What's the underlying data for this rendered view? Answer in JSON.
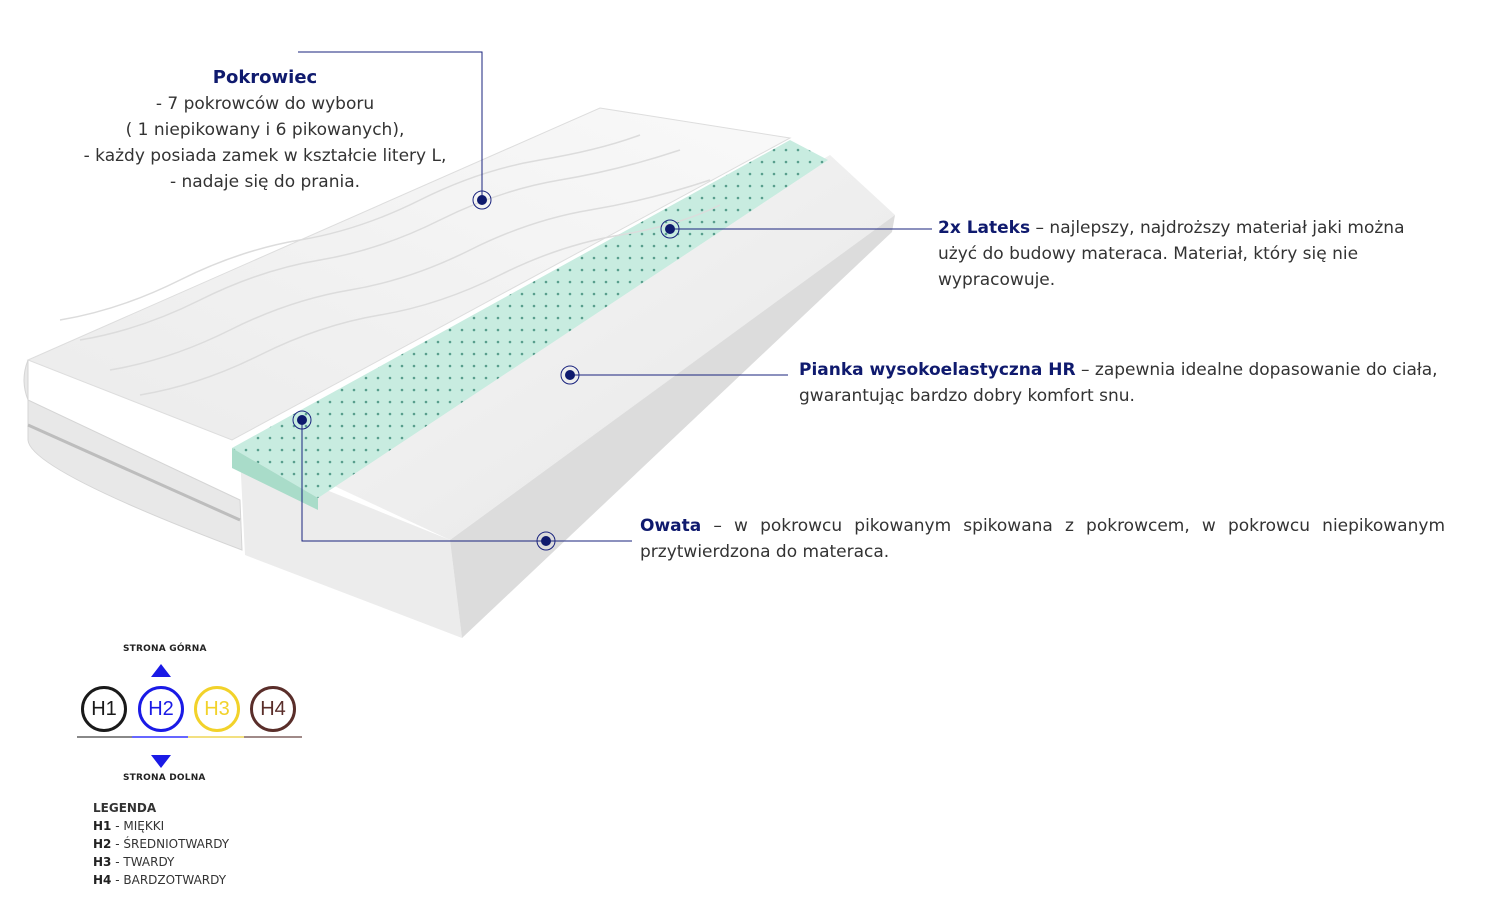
{
  "cover": {
    "title": "Pokrowiec",
    "lines": [
      "- 7 pokrowców do wyboru",
      "( 1 niepikowany i 6 pikowanych),",
      "-  każdy posiada zamek w kształcie litery L,",
      "- nadaje się do prania."
    ]
  },
  "latex": {
    "title": "2x Lateks",
    "text": " – najlepszy, najdroższy materiał jaki można użyć do budowy materaca. Materiał, który się nie wypracowuje."
  },
  "hr_foam": {
    "title": "Pianka wysokoelastyczna HR",
    "text": " – zapewnia idealne dopasowanie do ciała, gwarantując bardzo dobry komfort snu."
  },
  "wadding": {
    "title": "Owata",
    "text": " – w pokrowcu pikowanym spikowana z pokrowcem, w pokrowcu niepikowanym przytwierdzona do materaca."
  },
  "hardness": {
    "top_label": "STRONA GÓRNA",
    "bottom_label": "STRONA DOLNA",
    "levels": [
      {
        "code": "H1",
        "color": "#1a1a1a"
      },
      {
        "code": "H2",
        "color": "#1a1ae6"
      },
      {
        "code": "H3",
        "color": "#f2d22a"
      },
      {
        "code": "H4",
        "color": "#5a2e2a"
      }
    ]
  },
  "legend": {
    "title": "LEGENDA",
    "items": [
      {
        "code": "H1",
        "label": "MIĘKKI"
      },
      {
        "code": "H2",
        "label": "ŚREDNIOTWARDY"
      },
      {
        "code": "H3",
        "label": "TWARDY"
      },
      {
        "code": "H4",
        "label": "BARDZOTWARDY"
      }
    ]
  },
  "colors": {
    "accent": "#0f1a6e",
    "latex": "#bfe6d6"
  }
}
